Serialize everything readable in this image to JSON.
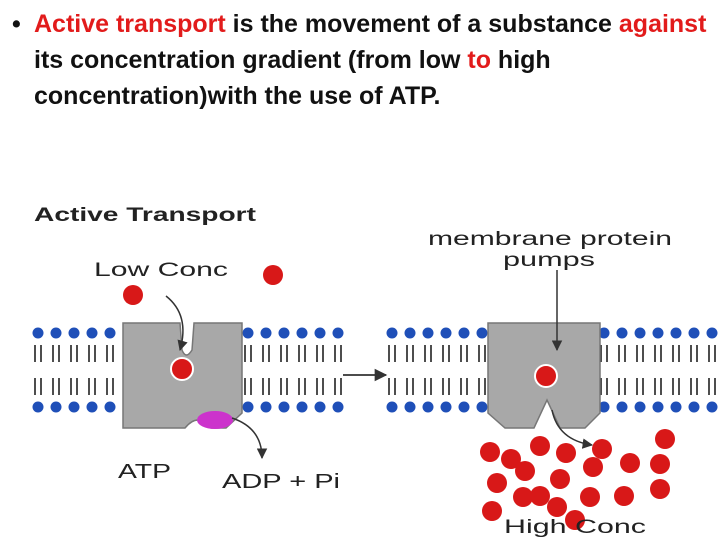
{
  "bullet_text": {
    "bullet": "•",
    "part1": "Active transport",
    "part2": " is the movement of a substance ",
    "part3": "against",
    "part4": " its concentration gradient (from low ",
    "part5": "to",
    "part6": " high concentration)with the use of ATP."
  },
  "diagram": {
    "title": "Active Transport",
    "low_conc": "Low Conc",
    "pump_label_line1": "membrane protein",
    "pump_label_line2": "pumps",
    "atp": "ATP",
    "adp": "ADP + Pi",
    "high_conc": "High Conc"
  },
  "colors": {
    "highlight": "#e21b1b",
    "phospholipid_head": "#1f4fb8",
    "protein": "#a8a8a8",
    "molecule": "#d81818",
    "atp_blob": "#cc33cc"
  }
}
